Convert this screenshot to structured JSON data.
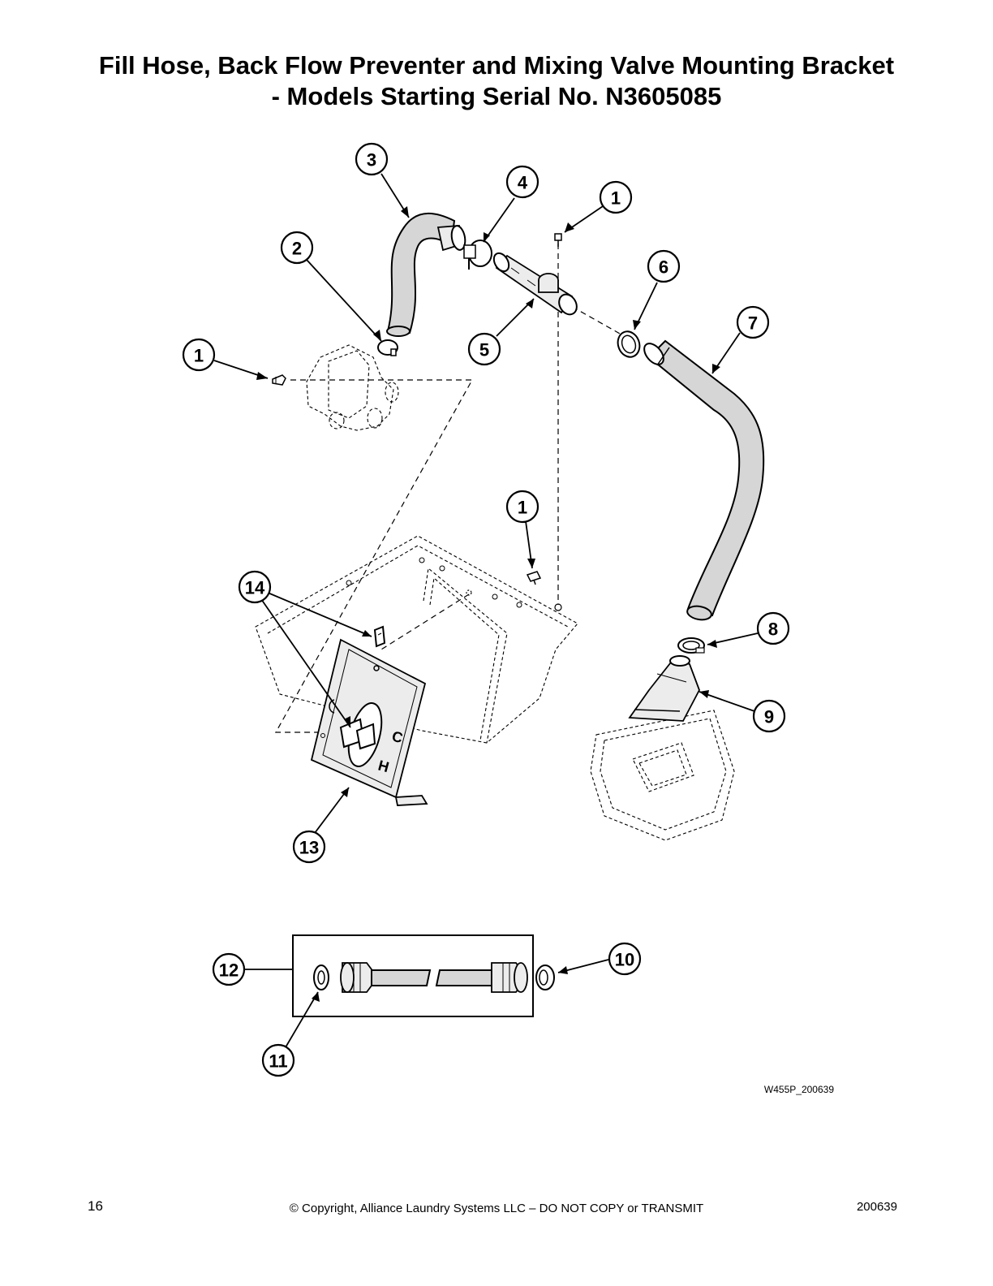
{
  "header": {
    "title_line1": "Fill Hose, Back Flow Preventer and Mixing Valve Mounting Bracket",
    "title_line2": "- Models Starting Serial No. N3605085"
  },
  "callouts": [
    {
      "id": "callout-1a",
      "label": "1"
    },
    {
      "id": "callout-1b",
      "label": "1"
    },
    {
      "id": "callout-1c",
      "label": "1"
    },
    {
      "id": "callout-2",
      "label": "2"
    },
    {
      "id": "callout-3",
      "label": "3"
    },
    {
      "id": "callout-4",
      "label": "4"
    },
    {
      "id": "callout-5",
      "label": "5"
    },
    {
      "id": "callout-6",
      "label": "6"
    },
    {
      "id": "callout-7",
      "label": "7"
    },
    {
      "id": "callout-8",
      "label": "8"
    },
    {
      "id": "callout-9",
      "label": "9"
    },
    {
      "id": "callout-10",
      "label": "10"
    },
    {
      "id": "callout-11",
      "label": "11"
    },
    {
      "id": "callout-12",
      "label": "12"
    },
    {
      "id": "callout-13",
      "label": "13"
    },
    {
      "id": "callout-14",
      "label": "14"
    }
  ],
  "bracket_marks": {
    "cold": "C",
    "hot": "H"
  },
  "figure_code": "W455P_200639",
  "footer": {
    "page_number": "16",
    "copyright": "© Copyright, Alliance Laundry Systems LLC – DO NOT COPY or TRANSMIT",
    "doc_number": "200639"
  },
  "colors": {
    "line": "#000000",
    "part_fill": "#d6d6d6",
    "background": "#ffffff"
  }
}
